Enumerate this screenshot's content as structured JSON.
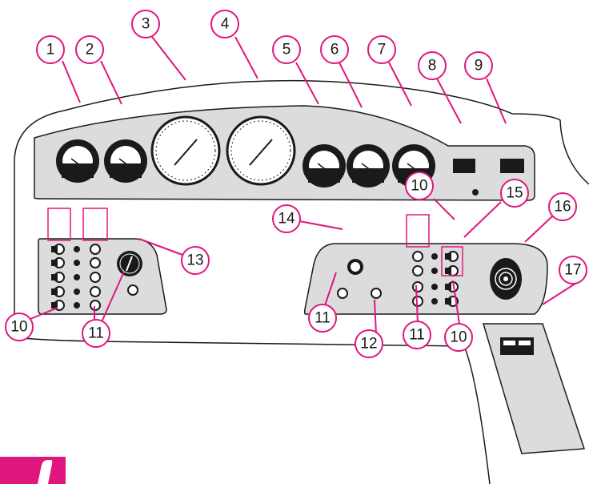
{
  "colors": {
    "callout": "#e0167f",
    "panel_fill": "#dcdcdc",
    "line": "#1a1a1a",
    "corner_tab": "#e0167f"
  },
  "callouts": [
    {
      "id": "c1",
      "label": "1"
    },
    {
      "id": "c2",
      "label": "2"
    },
    {
      "id": "c3",
      "label": "3"
    },
    {
      "id": "c4",
      "label": "4"
    },
    {
      "id": "c5",
      "label": "5"
    },
    {
      "id": "c6",
      "label": "6"
    },
    {
      "id": "c7",
      "label": "7"
    },
    {
      "id": "c8",
      "label": "8"
    },
    {
      "id": "c9",
      "label": "9"
    },
    {
      "id": "c10a",
      "label": "10"
    },
    {
      "id": "c15",
      "label": "15"
    },
    {
      "id": "c14",
      "label": "14"
    },
    {
      "id": "c16",
      "label": "16"
    },
    {
      "id": "c13",
      "label": "13"
    },
    {
      "id": "c17",
      "label": "17"
    },
    {
      "id": "c10b",
      "label": "10"
    },
    {
      "id": "c11a",
      "label": "11"
    },
    {
      "id": "c11b",
      "label": "11"
    },
    {
      "id": "c12",
      "label": "12"
    },
    {
      "id": "c11c",
      "label": "11"
    },
    {
      "id": "c10c",
      "label": "10"
    }
  ],
  "icons": {
    "small_gauge": "small-gauge-icon",
    "large_gauge": "large-gauge-icon",
    "switch": "toggle-switch-icon",
    "jack": "input-jack-icon",
    "knob": "rotary-knob-icon",
    "pad": "round-pad-icon",
    "display": "display-window-icon"
  }
}
